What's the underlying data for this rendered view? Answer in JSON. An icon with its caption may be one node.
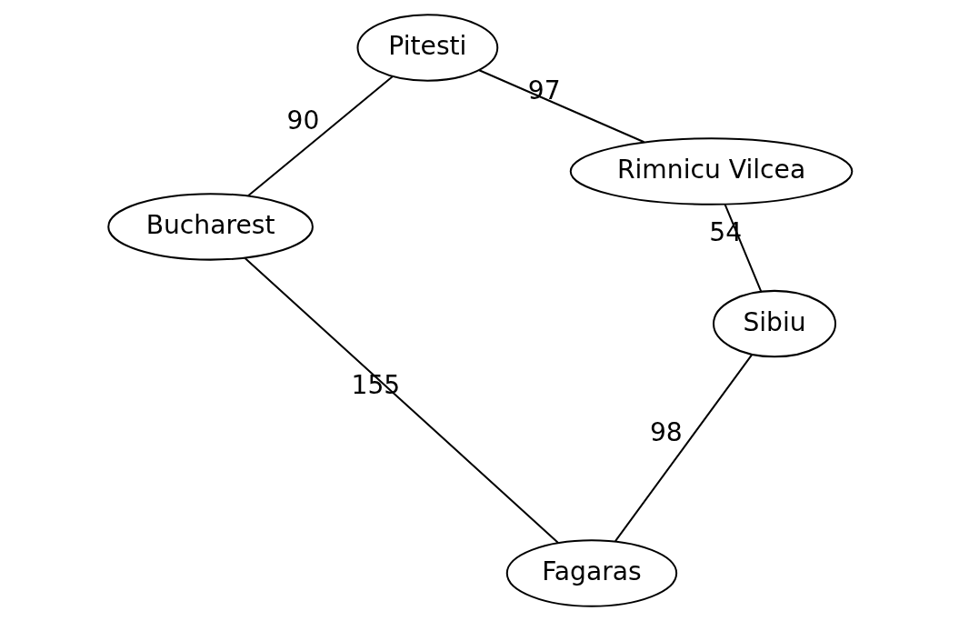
{
  "diagram": {
    "nodes": [
      {
        "text": [
          "Sibiu"
        ]
      },
      {
        "text": [
          "Fagaras"
        ]
      },
      {
        "text": [
          "Rimnicu Vilcea"
        ]
      },
      {
        "text": [
          "Pitesti"
        ]
      },
      {
        "text": [
          "Bucharest"
        ]
      }
    ],
    "edges": [
      {
        "from": 0,
        "to": 1,
        "arrow": "none",
        "label": "98"
      },
      {
        "from": 0,
        "to": 2,
        "arrow": "none",
        "label": "54"
      },
      {
        "from": 2,
        "to": 3,
        "arrow": "none",
        "label": "97"
      },
      {
        "from": 3,
        "to": 4,
        "arrow": "none",
        "label": "90"
      },
      {
        "from": 1,
        "to": 4,
        "arrow": "none",
        "label": "155"
      }
    ]
  }
}
